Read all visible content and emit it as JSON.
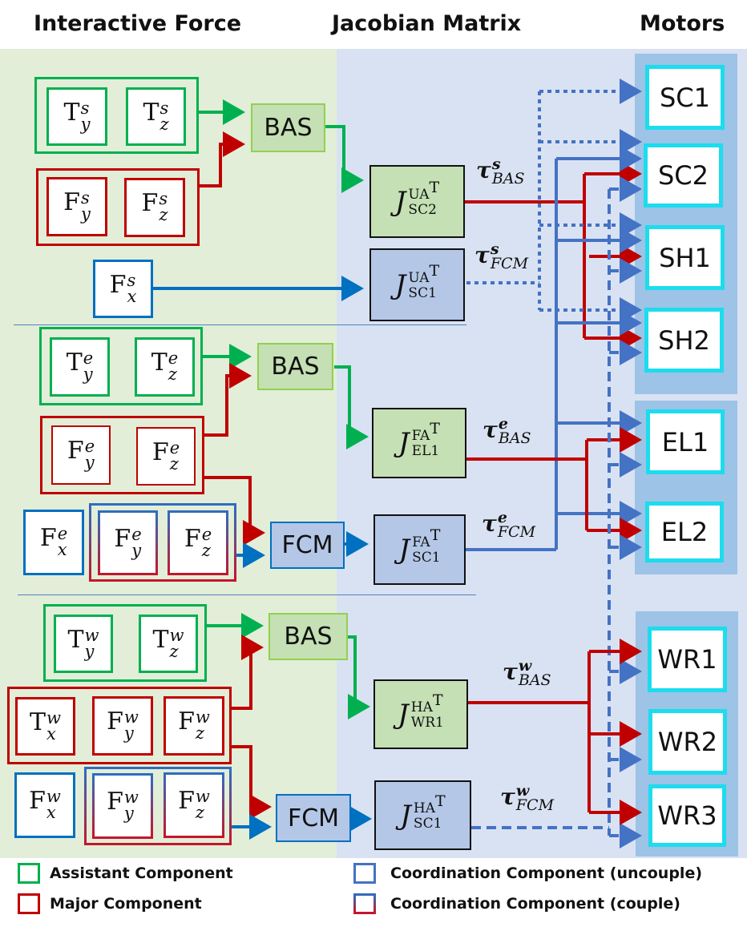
{
  "headers": {
    "interactive_force": "Interactive Force",
    "jacobian_matrix": "Jacobian Matrix",
    "motors": "Motors"
  },
  "colors": {
    "assistant": "#00b050",
    "major": "#c00000",
    "coordination": "#0070c0",
    "wire_blue": "#4472c4",
    "motor_border": "#1ddcee"
  },
  "shoulder": {
    "assistant_inputs": [
      {
        "base": "T",
        "sup": "s",
        "sub": "y"
      },
      {
        "base": "T",
        "sup": "s",
        "sub": "z"
      }
    ],
    "major_inputs": [
      {
        "base": "F",
        "sup": "s",
        "sub": "y"
      },
      {
        "base": "F",
        "sup": "s",
        "sub": "z"
      }
    ],
    "coordination_inputs": [
      {
        "base": "F",
        "sup": "s",
        "sub": "x"
      }
    ],
    "bas_label": "BAS",
    "jacobian_bas": {
      "J": "J",
      "sup": "UA",
      "T": "T",
      "sub": "SC2"
    },
    "jacobian_fcm": {
      "J": "J",
      "sup": "UA",
      "T": "T",
      "sub": "SC1"
    },
    "tau_bas": {
      "t": "τ",
      "sup": "s",
      "sub": "BAS"
    },
    "tau_fcm": {
      "t": "τ",
      "sup": "s",
      "sub": "FCM"
    }
  },
  "elbow": {
    "assistant_inputs": [
      {
        "base": "T",
        "sup": "e",
        "sub": "y"
      },
      {
        "base": "T",
        "sup": "e",
        "sub": "z"
      }
    ],
    "major_inputs": [
      {
        "base": "F",
        "sup": "e",
        "sub": "y"
      },
      {
        "base": "F",
        "sup": "e",
        "sub": "z"
      }
    ],
    "coordination_uncouple": [
      {
        "base": "F",
        "sup": "e",
        "sub": "x"
      }
    ],
    "coordination_couple": [
      {
        "base": "F",
        "sup": "e",
        "sub": "y"
      },
      {
        "base": "F",
        "sup": "e",
        "sub": "z"
      }
    ],
    "bas_label": "BAS",
    "fcm_label": "FCM",
    "jacobian_bas": {
      "J": "J",
      "sup": "FA",
      "T": "T",
      "sub": "EL1"
    },
    "jacobian_fcm": {
      "J": "J",
      "sup": "FA",
      "T": "T",
      "sub": "SC1"
    },
    "tau_bas": {
      "t": "τ",
      "sup": "e",
      "sub": "BAS"
    },
    "tau_fcm": {
      "t": "τ",
      "sup": "e",
      "sub": "FCM"
    }
  },
  "wrist": {
    "assistant_inputs": [
      {
        "base": "T",
        "sup": "w",
        "sub": "y"
      },
      {
        "base": "T",
        "sup": "w",
        "sub": "z"
      }
    ],
    "major_inputs": [
      {
        "base": "T",
        "sup": "w",
        "sub": "x"
      },
      {
        "base": "F",
        "sup": "w",
        "sub": "y"
      },
      {
        "base": "F",
        "sup": "w",
        "sub": "z"
      }
    ],
    "coordination_uncouple": [
      {
        "base": "F",
        "sup": "w",
        "sub": "x"
      }
    ],
    "coordination_couple": [
      {
        "base": "F",
        "sup": "w",
        "sub": "y"
      },
      {
        "base": "F",
        "sup": "w",
        "sub": "z"
      }
    ],
    "bas_label": "BAS",
    "fcm_label": "FCM",
    "jacobian_bas": {
      "J": "J",
      "sup": "HA",
      "T": "T",
      "sub": "WR1"
    },
    "jacobian_fcm": {
      "J": "J",
      "sup": "HA",
      "T": "T",
      "sub": "SC1"
    },
    "tau_bas": {
      "t": "τ",
      "sup": "w",
      "sub": "BAS"
    },
    "tau_fcm": {
      "t": "τ",
      "sup": "w",
      "sub": "FCM"
    }
  },
  "motors": [
    "SC1",
    "SC2",
    "SH1",
    "SH2",
    "EL1",
    "EL2",
    "WR1",
    "WR2",
    "WR3"
  ],
  "legend": {
    "assistant": "Assistant Component",
    "major": "Major Component",
    "coord_uncouple": "Coordination Component (uncouple)",
    "coord_couple": "Coordination Component (couple)"
  }
}
